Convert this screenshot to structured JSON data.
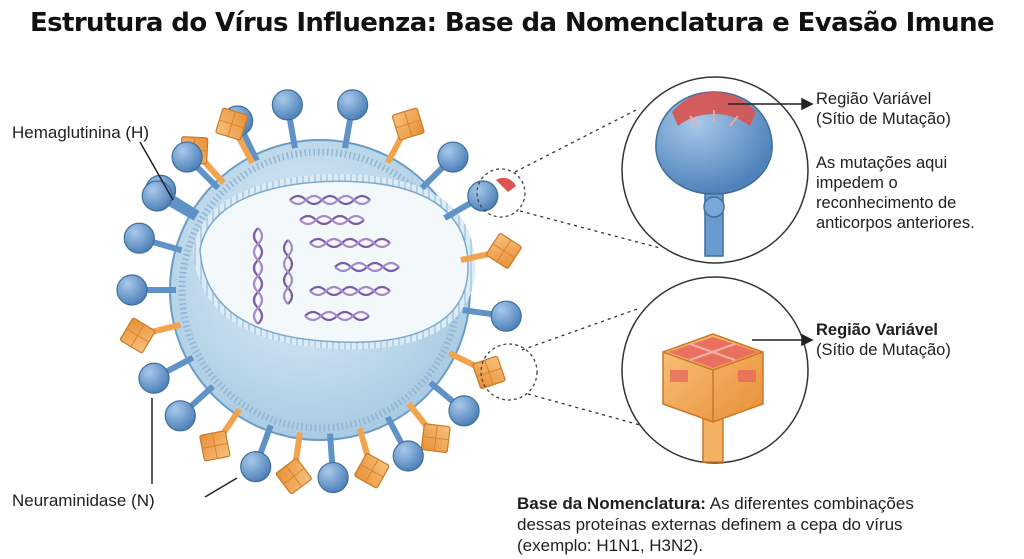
{
  "title": "Estrutura do Vírus Influenza: Base da Nomenclatura e Evasão Imune",
  "labels": {
    "hemagglutinin": "Hemaglutinina (H)",
    "neuraminidase": "Neuraminidase (N)"
  },
  "callout_top": {
    "region_line1": "Região Variável",
    "region_line2": "(Sítio de Mutação)",
    "note_lines": [
      "As mutações aqui",
      "impedem o",
      "reconhecimento de",
      "anticorpos anteriores."
    ]
  },
  "callout_bottom": {
    "region_line1": "Região Variável",
    "region_line2": "(Sítio de Mutação)"
  },
  "footer": {
    "bold": "Base da Nomenclatura:",
    "text1": " As diferentes combinações",
    "text2": "dessas proteínas externas definem a cepa do vírus",
    "text3": "(exemplo: H1N1, H3N2)."
  },
  "colors": {
    "membrane_fill": "#c9e1f0",
    "membrane_edge": "#6a9cc4",
    "inner_fill": "#e8f1f7",
    "hemagglutinin": "#5f92c7",
    "neuraminidase": "#f1a34d",
    "rna": "#7b5aa6",
    "mutation": "#d9534f"
  },
  "icons": [
    "hemagglutinin-spike-icon",
    "neuraminidase-spike-icon",
    "rna-segment-icon",
    "magnifier-circle-icon"
  ]
}
